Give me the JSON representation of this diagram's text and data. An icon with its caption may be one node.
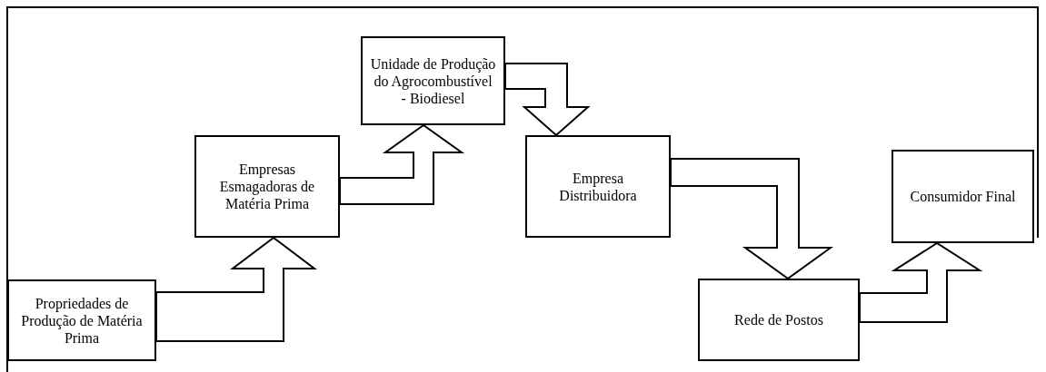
{
  "diagram": {
    "nodes": [
      {
        "text": [
          "Propriedades de Produção de Matéria Prima"
        ]
      },
      {
        "text": [
          "Empresas Esmagadoras de Matéria Prima"
        ]
      },
      {
        "text": [
          "Unidade de Produção do Agrocombustível - Biodiesel"
        ]
      },
      {
        "text": [
          "Empresa Distribuidora"
        ]
      },
      {
        "text": [
          "Rede de Postos"
        ]
      },
      {
        "text": [
          "Consumidor Final"
        ]
      }
    ],
    "edges": [
      {
        "from": 0,
        "to": 1,
        "arrow": "to"
      },
      {
        "from": 1,
        "to": 2,
        "arrow": "to"
      },
      {
        "from": 2,
        "to": 3,
        "arrow": "to"
      },
      {
        "from": 3,
        "to": 4,
        "arrow": "to"
      },
      {
        "from": 4,
        "to": 5,
        "arrow": "to"
      }
    ]
  }
}
